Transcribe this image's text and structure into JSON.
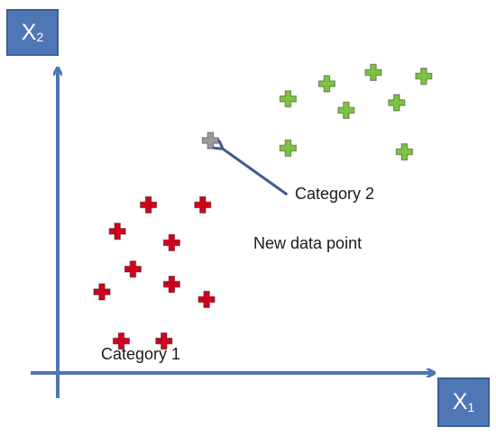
{
  "chart_data": {
    "type": "scatter",
    "xlabel": {
      "main": "X",
      "sub": "1"
    },
    "ylabel": {
      "main": "X",
      "sub": "2"
    },
    "xlim": [
      0,
      100
    ],
    "ylim": [
      0,
      100
    ],
    "grid": false,
    "series": [
      {
        "name": "Category 1",
        "color": "#d0021b",
        "marker": "plus-icon",
        "points": [
          [
            22,
            53
          ],
          [
            36,
            53
          ],
          [
            14,
            46
          ],
          [
            28,
            43
          ],
          [
            18,
            36
          ],
          [
            28,
            32
          ],
          [
            10,
            30
          ],
          [
            37,
            28
          ],
          [
            15,
            17
          ],
          [
            26,
            17
          ]
        ]
      },
      {
        "name": "Category 2",
        "color": "#7dc242",
        "marker": "plus-icon",
        "points": [
          [
            80,
            88
          ],
          [
            93,
            87
          ],
          [
            68,
            85
          ],
          [
            58,
            81
          ],
          [
            86,
            80
          ],
          [
            73,
            78
          ],
          [
            58,
            68
          ],
          [
            88,
            67
          ]
        ]
      }
    ],
    "new_point": {
      "label": "New data point",
      "x": 38,
      "y": 70,
      "color": "#9b9b9b"
    },
    "annotations": [
      {
        "text": "New data point",
        "target": "new_point"
      }
    ]
  }
}
